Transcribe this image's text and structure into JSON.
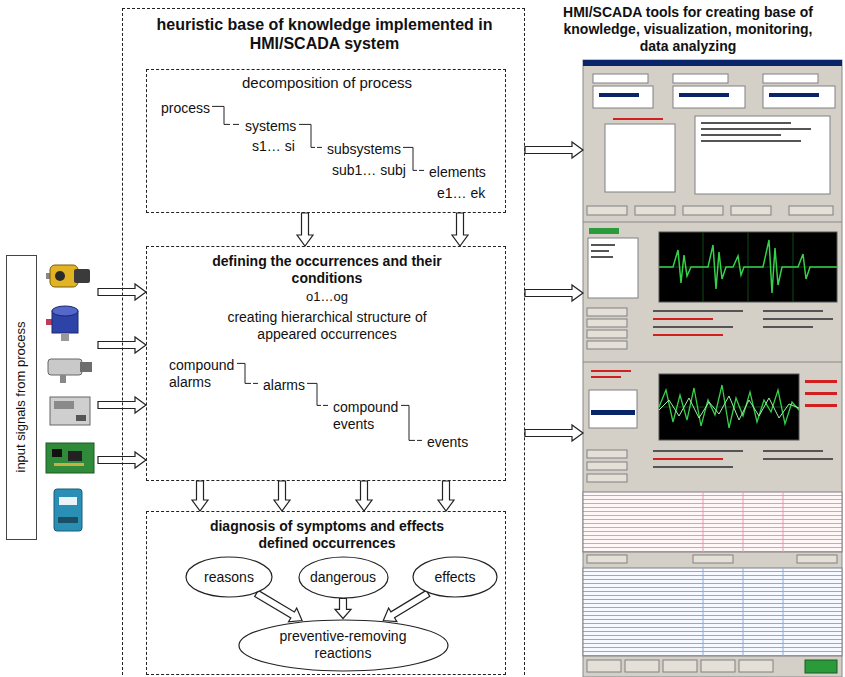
{
  "diagram": {
    "nodes": [
      {
        "text": [
          "heuristic base of knowledge implemented in HMI/SCADA system"
        ]
      },
      {
        "text": [
          "decomposition of process",
          "process",
          "systems",
          "s1… si",
          "subsystems",
          "sub1… subj",
          "elements",
          "e1… ek"
        ],
        "in": 0
      },
      {
        "text": [
          "defining the occurrences and their conditions",
          "o1…og",
          "creating hierarchical structure of appeared occurrences",
          "compound alarms",
          "alarms",
          "compound events",
          "events"
        ],
        "in": 0
      },
      {
        "text": [
          "diagnosis of symptoms and effects defined occurrences"
        ],
        "in": 0
      },
      {
        "text": [
          "reasons"
        ],
        "in": 3
      },
      {
        "text": [
          "dangerous"
        ],
        "in": 3
      },
      {
        "text": [
          "effects"
        ],
        "in": 3
      },
      {
        "text": [
          "preventive-removing reactions"
        ],
        "in": 3
      },
      {
        "text": [
          "input signals from process"
        ]
      },
      {
        "text": [
          "HMI/SCADA tools for creating base of knowledge, visualization, monitoring, data analyzing"
        ]
      }
    ],
    "edges": [
      {
        "from": 8,
        "to": 2,
        "arrow": "to"
      },
      {
        "from": 8,
        "to": 2,
        "arrow": "to"
      },
      {
        "from": 8,
        "to": 2,
        "arrow": "to"
      },
      {
        "from": 8,
        "to": 2,
        "arrow": "to"
      },
      {
        "from": 1,
        "to": 2,
        "arrow": "to"
      },
      {
        "from": 1,
        "to": 2,
        "arrow": "to"
      },
      {
        "from": 2,
        "to": 3,
        "arrow": "to"
      },
      {
        "from": 2,
        "to": 3,
        "arrow": "to"
      },
      {
        "from": 2,
        "to": 3,
        "arrow": "to"
      },
      {
        "from": 2,
        "to": 3,
        "arrow": "to"
      },
      {
        "from": 0,
        "to": 9,
        "arrow": "to"
      },
      {
        "from": 0,
        "to": 9,
        "arrow": "to"
      },
      {
        "from": 0,
        "to": 9,
        "arrow": "to"
      },
      {
        "from": 4,
        "to": 7,
        "arrow": "to"
      },
      {
        "from": 5,
        "to": 7,
        "arrow": "to"
      },
      {
        "from": 6,
        "to": 7,
        "arrow": "to"
      }
    ]
  }
}
